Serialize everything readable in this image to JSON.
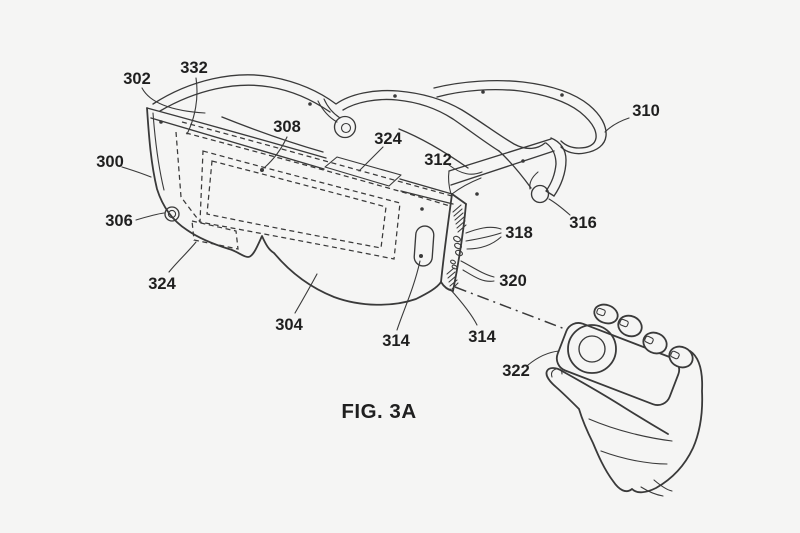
{
  "figure": {
    "caption": "FIG. 3A"
  },
  "colors": {
    "background": "#f5f5f4",
    "line": "#3a3a3a",
    "label": "#1f1f1f"
  },
  "refs": {
    "r300": "300",
    "r302": "302",
    "r304": "304",
    "r306": "306",
    "r308": "308",
    "r310": "310",
    "r312": "312",
    "r314_front": "314",
    "r314_side": "314",
    "r316": "316",
    "r318": "318",
    "r320": "320",
    "r322": "322",
    "r324_top": "324",
    "r324_front": "324",
    "r332": "332"
  }
}
